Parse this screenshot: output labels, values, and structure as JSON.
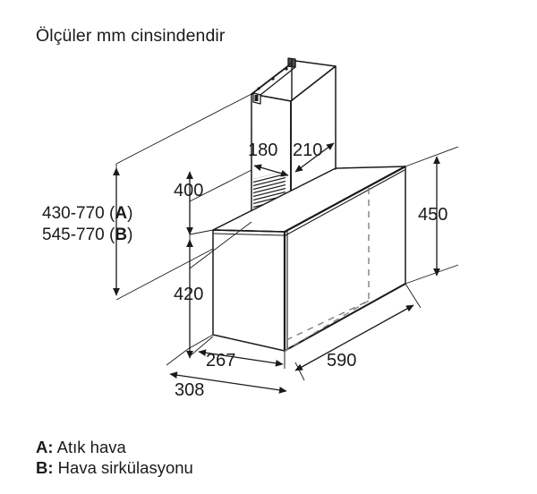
{
  "page": {
    "title_note": "Ölçüler mm cinsindendir",
    "units": "mm",
    "drawing_type": "isometric-dimension-drawing",
    "subject": "wall-mounted-chimney-cooker-hood"
  },
  "dimensions": {
    "height_range_a": "430-770 (A)",
    "height_range_a_value": "430-770",
    "height_range_a_key": "A",
    "height_range_b": "545-770 (B)",
    "height_range_b_value": "545-770",
    "height_range_b_key": "B",
    "chimney_height": "400",
    "chimney_width": "180",
    "chimney_depth": "210",
    "body_height_right": "450",
    "body_height_left": "420",
    "body_depth_inner": "267",
    "body_depth_outer": "308",
    "body_width": "590"
  },
  "legend": {
    "a_key": "A:",
    "a_text": "Atık hava",
    "b_key": "B:",
    "b_text": "Hava sirkülasyonu"
  },
  "colors": {
    "line": "#1a1a1a",
    "background": "#ffffff",
    "dimension_line": "#4d4d4d",
    "hidden_line": "#808080"
  }
}
